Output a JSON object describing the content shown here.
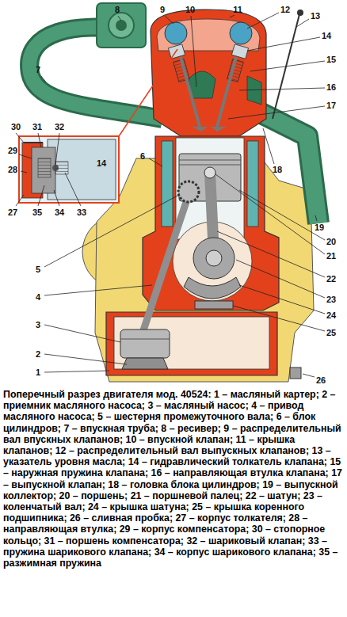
{
  "diagram": {
    "caption": "Поперечный разрез двигателя мод. 40524: 1 – масляный картер; 2 – приемник масляного насоса; 3 – масляный насос; 4 – привод масляного насоса; 5 – шестерня промежуточного вала; 6 – блок цилиндров; 7 – впускная труба; 8 – ресивер; 9 – распределительный вал впускных клапанов; 10 – впускной клапан; 11 – крышка клапанов; 12 – распределительный вал выпускных клапанов; 13 – указатель уровня масла; 14 – гидравлический толкатель клапана; 15 – наружная пружина клапана; 16 – направляющая втулка клапана; 17 – выпускной клапан; 18 – головка блока цилиндров; 19 – выпускной коллектор; 20 – поршень; 21 – поршневой палец; 22 – шатун; 23 – коленчатый вал; 24 – крышка шатуна; 25 – крышка коренного подшипника; 26 – сливная пробка; 27 – корпус толкателя; 28 – направляющая втулка; 29 – корпус компенсатора; 30 – стопорное кольцо; 31 – поршень компенсатора; 32 – шариковый клапан; 33 – пружина шарикового клапана; 34 – корпус шарикового клапана; 35 – разжимная пружина",
    "labels": [
      "8",
      "9",
      "10",
      "11",
      "12",
      "13",
      "14",
      "7",
      "15",
      "16",
      "17",
      "30",
      "31",
      "32",
      "29",
      "6",
      "14",
      "28",
      "18",
      "27",
      "35",
      "34",
      "33",
      "19",
      "20",
      "21",
      "5",
      "22",
      "4",
      "23",
      "24",
      "3",
      "25",
      "2",
      "1",
      "26"
    ]
  }
}
